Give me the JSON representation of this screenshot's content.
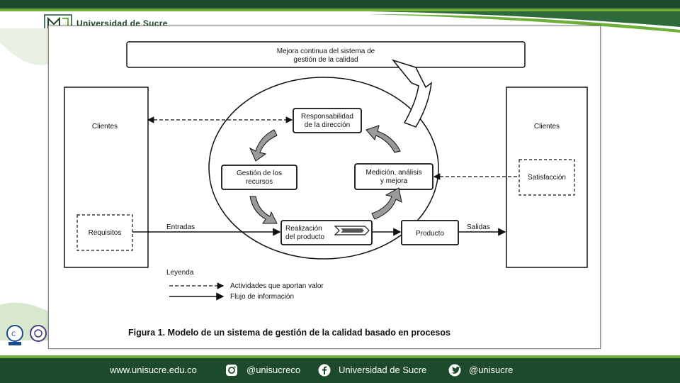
{
  "header": {
    "brand": "Universidad de Sucre"
  },
  "diagram": {
    "top_box_line1": "Mejora continua del sistema de",
    "top_box_line2": "gestión de la calidad",
    "left_panel_title": "Clientes",
    "right_panel_title": "Clientes",
    "requisitos": "Requisitos",
    "satisfaccion": "Satisfacción",
    "resp_line1": "Responsabilidad",
    "resp_line2": "de la dirección",
    "gestion_line1": "Gestión de los",
    "gestion_line2": "recursos",
    "medicion_line1": "Medición, análisis",
    "medicion_line2": "y mejora",
    "realizacion_line1": "Realización",
    "realizacion_line2": "del producto",
    "producto": "Producto",
    "entradas": "Entradas",
    "salidas": "Salidas",
    "legend_title": "Leyenda",
    "legend_dashed": "Actividades que aportan valor",
    "legend_solid": "Flujo de información",
    "caption": "Figura 1. Modelo de un sistema de gestión de la calidad basado en procesos"
  },
  "footer": {
    "website": "www.unisucre.edu.co",
    "instagram": "@unisucreco",
    "facebook": "Universidad de Sucre",
    "twitter": "@unisucre"
  },
  "colors": {
    "brand_dark_green": "#1d4a2a",
    "brand_light_green": "#6fae3a"
  }
}
